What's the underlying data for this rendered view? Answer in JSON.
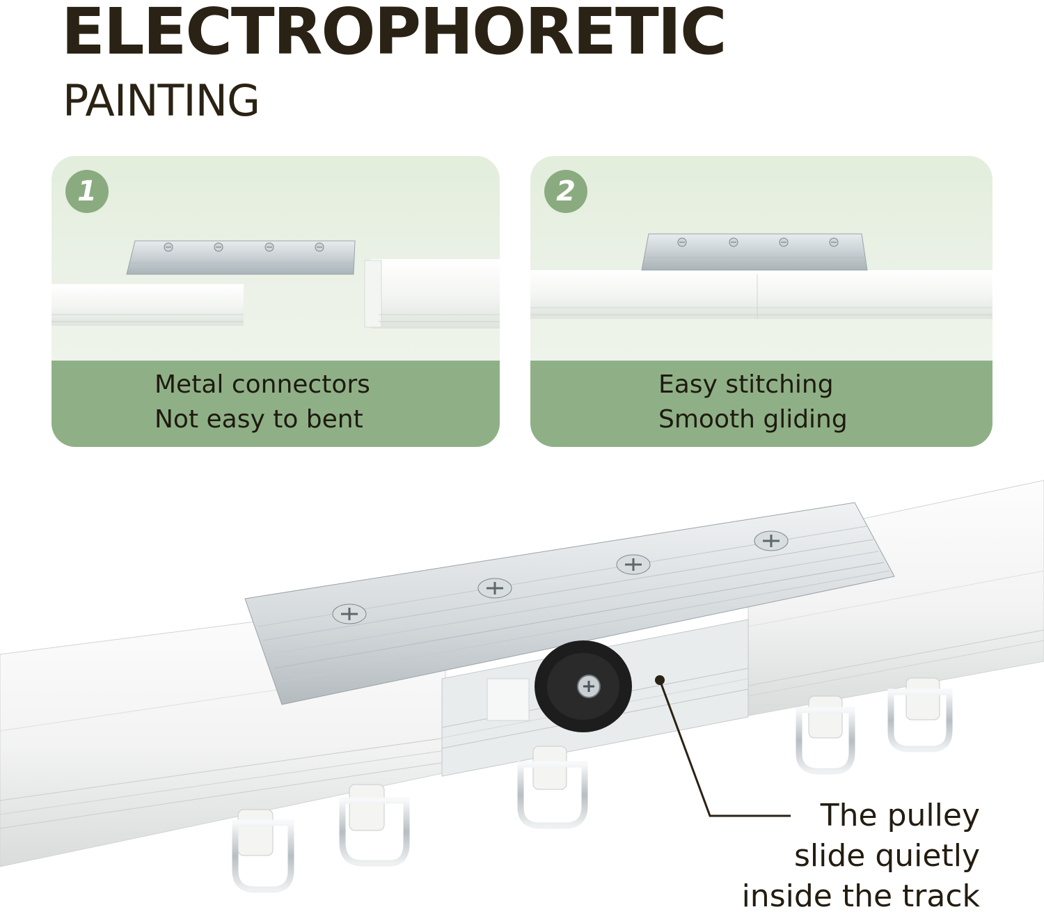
{
  "title": {
    "main": "ELECTROPHORETIC",
    "sub": "PAINTING"
  },
  "cards": [
    {
      "badge": "1",
      "line1": "Metal connectors",
      "line2": "Not easy to bent"
    },
    {
      "badge": "2",
      "line1": "Easy stitching",
      "line2": "Smooth gliding"
    }
  ],
  "callout": {
    "line1": "The pulley",
    "line2": "slide quietly",
    "line3": "inside the track"
  },
  "colors": {
    "badge": "#8aab7f",
    "caption_band": "#8fb086",
    "card_bg": "#e9f0e4",
    "title": "#2a2214"
  },
  "icons": [
    "screw-icon",
    "pulley-wheel-icon",
    "curtain-hook-icon"
  ]
}
